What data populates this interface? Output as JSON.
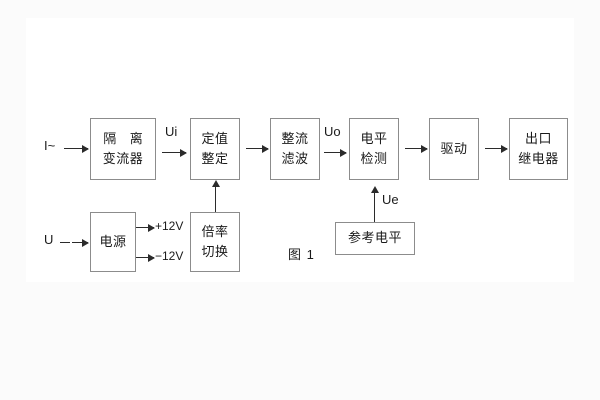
{
  "figure": {
    "caption": "图 1",
    "background": "#fbfbfb",
    "panel_color": "#ffffff",
    "stroke_color": "#8c8c8c",
    "arrow_color": "#2b2b2b",
    "text_color": "#1a1a1a"
  },
  "signal_chain": {
    "input_label": "I~",
    "blocks": [
      {
        "id": "isolation-ct",
        "line1": "隔 离",
        "line2": "变流器"
      },
      {
        "id": "setting",
        "line1": "定值",
        "line2": "整定"
      },
      {
        "id": "rectify-filter",
        "line1": "整流",
        "line2": "滤波"
      },
      {
        "id": "level-detect",
        "line1": "电平",
        "line2": "检测"
      },
      {
        "id": "drive",
        "line1": "驱动",
        "line2": ""
      },
      {
        "id": "output-relay",
        "line1": "出口",
        "line2": "继电器"
      }
    ],
    "signal_labels": [
      {
        "id": "ui",
        "text": "Ui"
      },
      {
        "id": "uo",
        "text": "Uo"
      }
    ]
  },
  "power_branch": {
    "input_label": "U",
    "supply_block": {
      "id": "power-supply",
      "line1": "电源",
      "line2": ""
    },
    "rails": [
      {
        "id": "rail-positive",
        "text": "+12V"
      },
      {
        "id": "rail-negative",
        "text": "−12V"
      }
    ],
    "multiplier_block": {
      "id": "multiplier-switch",
      "line1": "倍率",
      "line2": "切换"
    }
  },
  "reference_branch": {
    "block": {
      "id": "reference-level",
      "text": "参考电平"
    },
    "signal_label": "Ue"
  }
}
